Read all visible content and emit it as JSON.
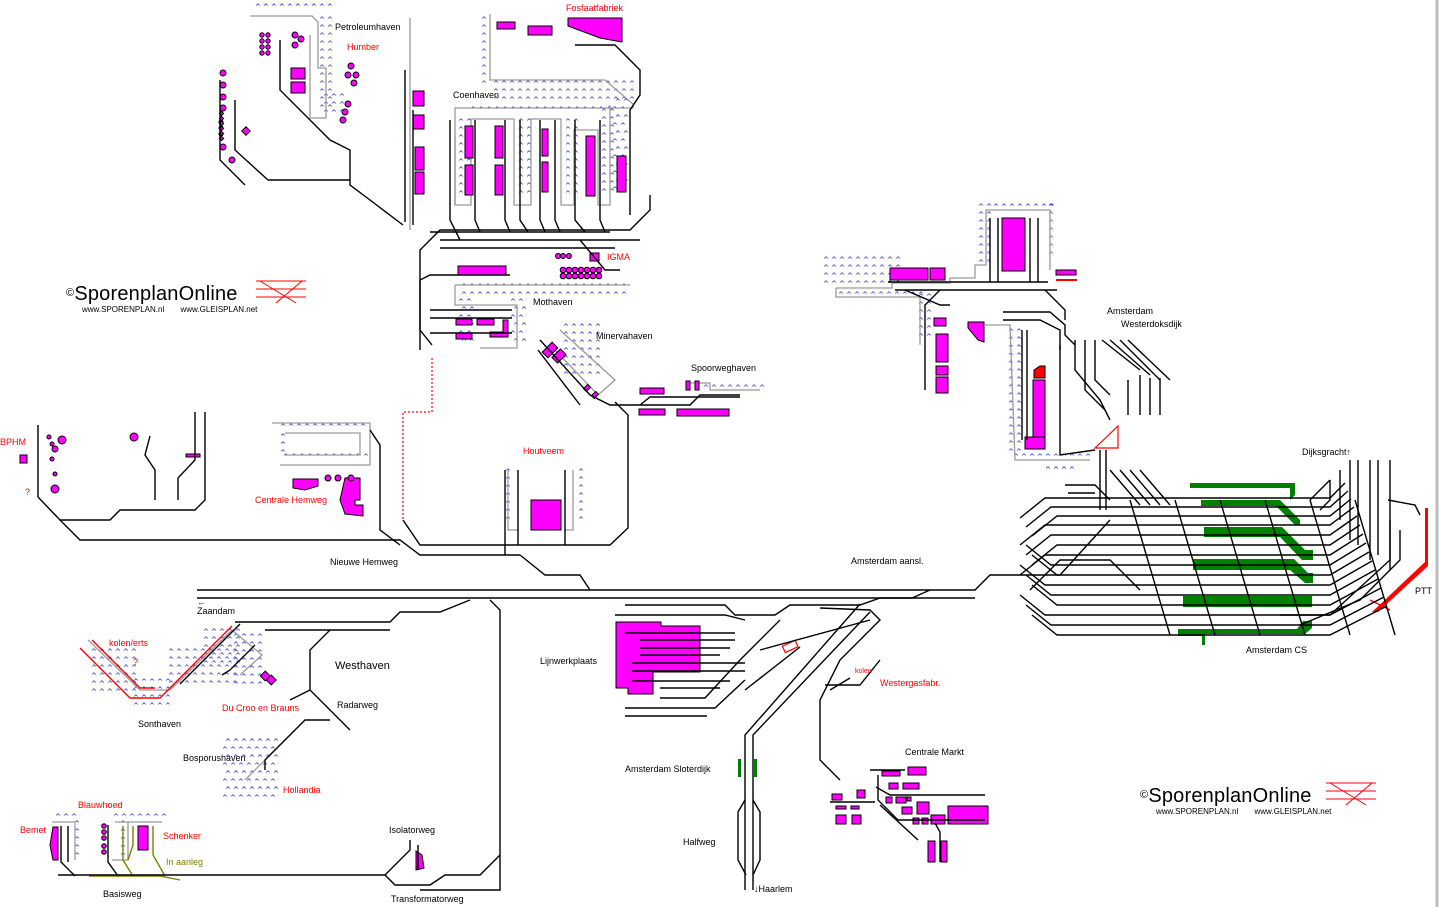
{
  "map": {
    "title": "Sporenplan Amsterdam Westelijk Havengebied",
    "colors": {
      "track": "#000000",
      "building": "#ff00ff",
      "platform": "#008000",
      "water": "#0000cc",
      "quay": "#9a9a9a",
      "highlight": "#ff0000",
      "under_construction": "#808000"
    },
    "logo": {
      "copyright": "©",
      "brand": "SporenplanOnline",
      "url_nl": "www.SPORENPLAN.nl",
      "url_net": "www.GLEISPLAN.net"
    },
    "labels": {
      "harbours": [
        {
          "id": "petroleumhaven",
          "text": "Petroleumhaven"
        },
        {
          "id": "coenhaven",
          "text": "Coenhaven"
        },
        {
          "id": "mothaven",
          "text": "Mothaven"
        },
        {
          "id": "minervahaven",
          "text": "Minervahaven"
        },
        {
          "id": "spoorweghaven",
          "text": "Spoorweghaven"
        },
        {
          "id": "westhaven",
          "text": "Westhaven"
        },
        {
          "id": "sonthaven",
          "text": "Sonthaven"
        },
        {
          "id": "bosporushaven",
          "text": "Bosporushaven"
        }
      ],
      "stations": [
        {
          "id": "westerdoksdijk-1",
          "text": "Amsterdam"
        },
        {
          "id": "westerdoksdijk-2",
          "text": "Westerdoksdijk"
        },
        {
          "id": "amsterdam-aansl",
          "text": "Amsterdam aansl."
        },
        {
          "id": "amsterdam-cs",
          "text": "Amsterdam CS"
        },
        {
          "id": "amsterdam-sloterdijk",
          "text": "Amsterdam Sloterdijk"
        },
        {
          "id": "halfweg",
          "text": "Halfweg"
        },
        {
          "id": "centrale-markt",
          "text": "Centrale Markt"
        },
        {
          "id": "lijnwerkplaats",
          "text": "Lijnwerkplaats"
        }
      ],
      "roads": [
        {
          "id": "nieuwe-hemweg",
          "text": "Nieuwe Hemweg"
        },
        {
          "id": "radarweg",
          "text": "Radarweg"
        },
        {
          "id": "isolatorweg",
          "text": "Isolatorweg"
        },
        {
          "id": "basisweg",
          "text": "Basisweg"
        },
        {
          "id": "transformatorweg",
          "text": "Transformatorweg"
        }
      ],
      "directions": [
        {
          "id": "zaandam",
          "text": "Zaandam",
          "arrow": "←"
        },
        {
          "id": "haarlem",
          "text": "Haarlem",
          "arrow": "↓"
        },
        {
          "id": "dijksgracht",
          "text": "Dijksgracht",
          "arrow": "↑"
        }
      ],
      "companies": [
        {
          "id": "fosfaatfabriek",
          "text": "Fosfaatfabriek"
        },
        {
          "id": "humber",
          "text": "Humber"
        },
        {
          "id": "igma",
          "text": "IGMA"
        },
        {
          "id": "bphm",
          "text": "BPHM"
        },
        {
          "id": "centrale-hemweg",
          "text": "Centrale Hemweg"
        },
        {
          "id": "houtveem",
          "text": "Houtveem"
        },
        {
          "id": "kolen-erts",
          "text": "kolen/erts"
        },
        {
          "id": "du-croo",
          "text": "Du Croo en Brauns"
        },
        {
          "id": "hollandia",
          "text": "Hollandia"
        },
        {
          "id": "blauwhoed",
          "text": "Blauwhoed"
        },
        {
          "id": "bemet",
          "text": "Bemet"
        },
        {
          "id": "schenker",
          "text": "Schenker"
        },
        {
          "id": "kolen",
          "text": "kolen"
        },
        {
          "id": "westergasfabr",
          "text": "Westergasfabr."
        },
        {
          "id": "ptt",
          "text": "PTT"
        }
      ],
      "notes": [
        {
          "id": "unknown-bphm",
          "text": "?"
        },
        {
          "id": "unknown-kolen",
          "text": "?"
        },
        {
          "id": "in-aanleg",
          "text": "In aanleg"
        }
      ]
    }
  }
}
